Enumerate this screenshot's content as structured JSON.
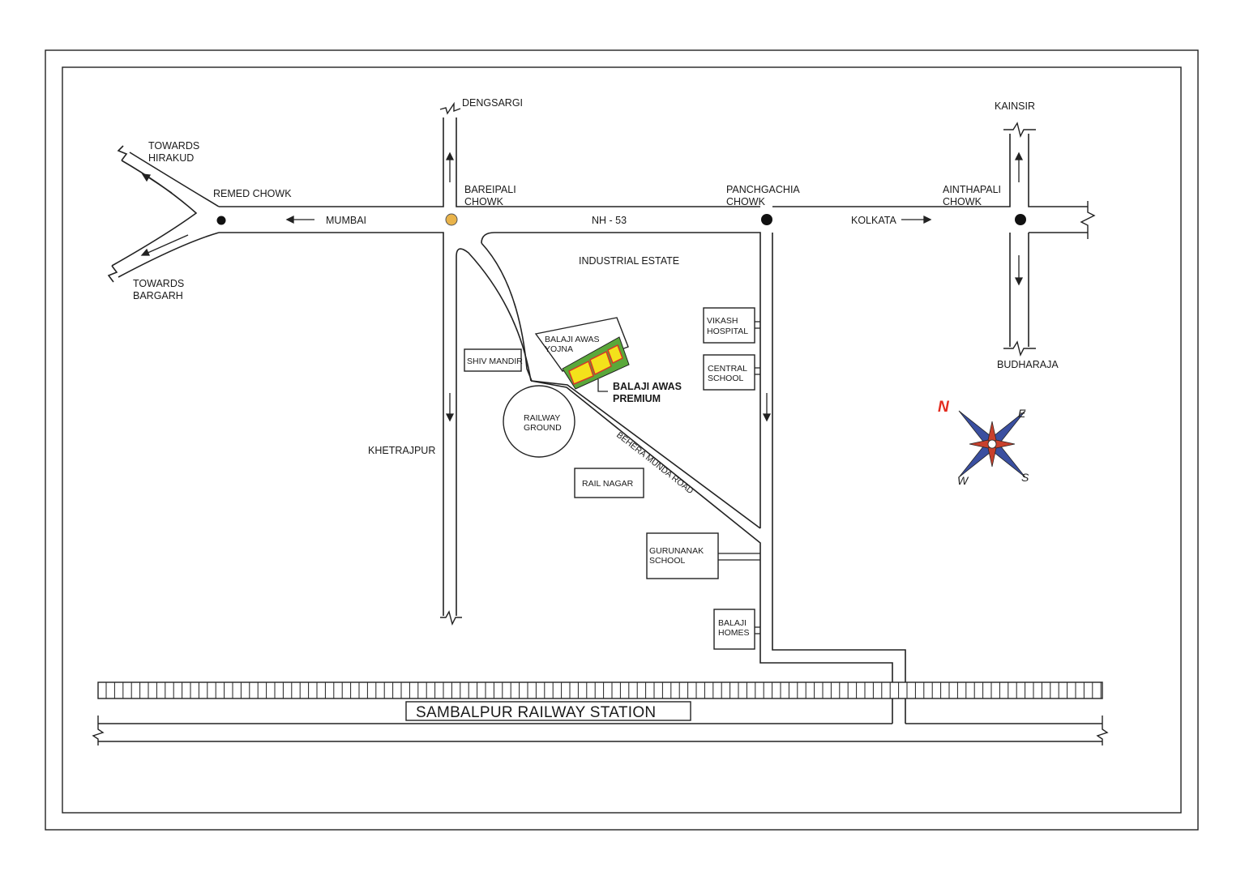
{
  "map": {
    "places": {
      "towards_hirakud": [
        "TOWARDS",
        "HIRAKUD"
      ],
      "towards_bargarh": [
        "TOWARDS",
        "BARGARH"
      ],
      "remed_chowk": "REMED CHOWK",
      "mumbai": "MUMBAI",
      "dengsargi": "DENGSARGI",
      "bareipali_chowk": [
        "BAREIPALI",
        "CHOWK"
      ],
      "nh53": "NH - 53",
      "panchgachia_chowk": [
        "PANCHGACHIA",
        "CHOWK"
      ],
      "kolkata": "KOLKATA",
      "ainthapali_chowk": [
        "AINTHAPALI",
        "CHOWK"
      ],
      "kainsir": "KAINSIR",
      "budharaja": "BUDHARAJA",
      "industrial_estate": "INDUSTRIAL ESTATE",
      "khetrajpur": "KHETRAJPUR",
      "behera_munda_road": "BEHERA MUNDA ROAD"
    },
    "landmarks": {
      "shiv_mandir": "SHIV MANDIR",
      "railway_ground": [
        "RAILWAY",
        "GROUND"
      ],
      "rail_nagar": "RAIL NAGAR",
      "vikash_hospital": [
        "VIKASH",
        "HOSPITAL"
      ],
      "central_school": [
        "CENTRAL",
        "SCHOOL"
      ],
      "gurunanak_school": [
        "GURUNANAK",
        "SCHOOL"
      ],
      "balaji_homes": [
        "BALAJI",
        "HOMES"
      ],
      "balaji_awas_yojna": [
        "BALAJI AWAS",
        "YOJNA"
      ],
      "balaji_awas_premium": [
        "BALAJI AWAS",
        "PREMIUM"
      ]
    },
    "station": "SAMBALPUR  RAILWAY STATION",
    "compass": {
      "n": "N",
      "e": "E",
      "s": "S",
      "w": "W"
    },
    "colors": {
      "ink": "#222222",
      "bareipali_marker": "#e9b34a",
      "compass_north": "#e32b1e",
      "compass_red": "#c8402c",
      "compass_blue": "#3a4fa0",
      "site_yellow": "#f3e21b",
      "site_red": "#d8322a",
      "site_green": "#5aa83a"
    }
  }
}
